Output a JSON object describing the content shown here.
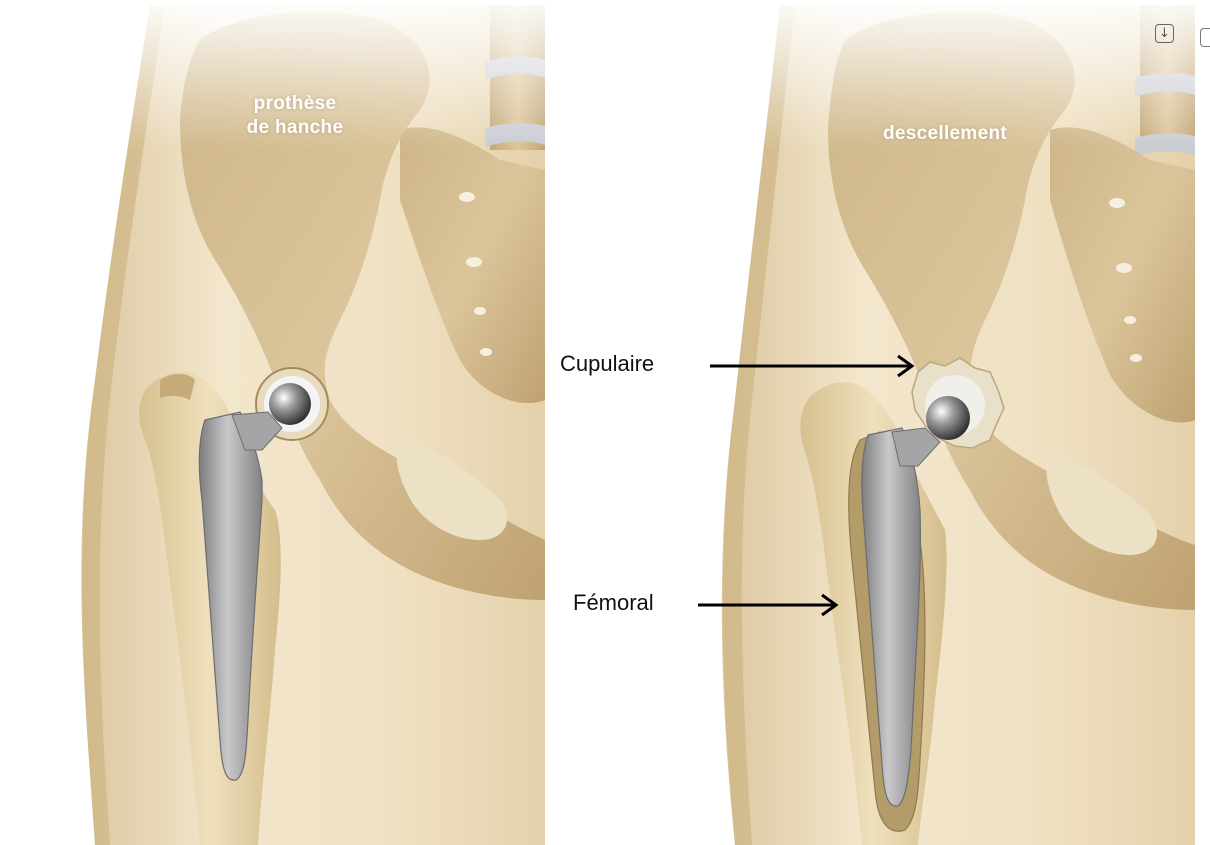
{
  "left_panel": {
    "title_line1": "prothèse",
    "title_line2": "de hanche"
  },
  "right_panel": {
    "title": "descellement"
  },
  "annotations": {
    "cup_label": "Cupulaire",
    "femoral_label": "Fémoral"
  },
  "icons": {
    "download": "download-icon",
    "secondary": "partial-icon"
  },
  "colors": {
    "bone": "#d9c49c",
    "bone_dark": "#a88b59",
    "skin": "#efe2c6",
    "metal": "#9a9a9c",
    "arrow": "#000000"
  }
}
